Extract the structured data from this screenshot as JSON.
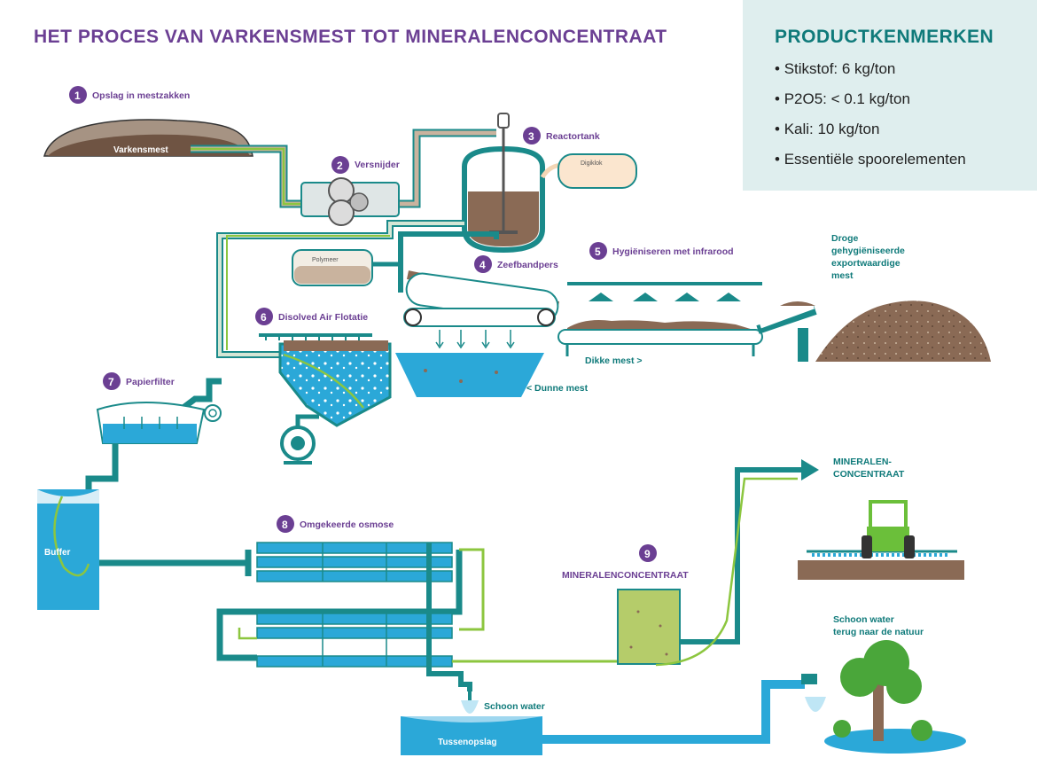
{
  "title": "HET PROCES VAN VARKENSMEST TOT MINERALENCONCENTRAAT",
  "panel": {
    "heading": "PRODUCTKENMERKEN",
    "items": [
      "Stikstof: 6 kg/ton",
      "P2O5: < 0.1 kg/ton",
      "Kali: 10 kg/ton",
      "Essentiële spoorelementen"
    ]
  },
  "steps": {
    "s1": {
      "num": "1",
      "label": "Opslag in mestzakken"
    },
    "s2": {
      "num": "2",
      "label": "Versnijder"
    },
    "s3": {
      "num": "3",
      "label": "Reactortank"
    },
    "s4": {
      "num": "4",
      "label": "Zeefbandpers"
    },
    "s5": {
      "num": "5",
      "label": "Hygiëniseren met infrarood"
    },
    "s6": {
      "num": "6",
      "label": "Disolved Air Flotatie"
    },
    "s7": {
      "num": "7",
      "label": "Papierfilter"
    },
    "s8": {
      "num": "8",
      "label": "Omgekeerde osmose"
    },
    "s9": {
      "num": "9",
      "label": "MINERALENCONCENTRAAT"
    }
  },
  "labels": {
    "varkensmest": "Varkensmest",
    "digiklok": "Digiklok",
    "polymeer": "Polymeer",
    "droge_1": "Droge",
    "droge_2": "gehygiëniseerde",
    "droge_3": "exportwaardige",
    "droge_4": "mest",
    "dikke_mest": "Dikke mest >",
    "dunne_mest": "< Dunne mest",
    "buffer": "Buffer",
    "mineralen_1": "MINERALEN-",
    "mineralen_2": "CONCENTRAAT",
    "schoon_water": "Schoon water",
    "tussenopslag": "Tussenopslag",
    "natuur_1": "Schoon water",
    "natuur_2": "terug naar de natuur"
  },
  "colors": {
    "purple": "#6b3f93",
    "teal": "#0f7a7a",
    "water": "#2ba8d8",
    "manure": "#8a6a55",
    "green_line": "#8cc63f",
    "concentrate": "#b5cc6a"
  }
}
